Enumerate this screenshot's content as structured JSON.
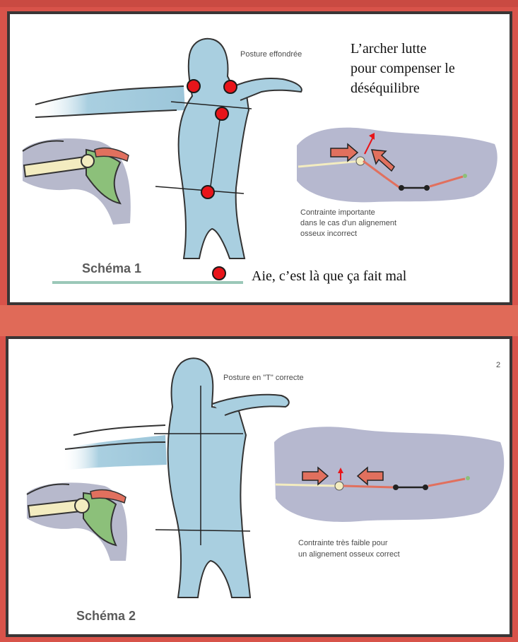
{
  "panel1": {
    "posture_label": "Posture effondrée",
    "annotation": [
      "L’archer lutte",
      "pour compenser le",
      "déséquilibre"
    ],
    "stress_caption": [
      "Contrainte importante",
      "dans le cas d'un alignement",
      "osseux incorrect"
    ],
    "title": "Schéma 1",
    "pain_note": "Aie, c’est là que ça fait mal"
  },
  "panel2": {
    "posture_label": "Posture en \"T\" correcte",
    "page_number": "2",
    "stress_caption": [
      "Contrainte très faible pour",
      "un alignement osseux correct"
    ],
    "title": "Schéma 2"
  },
  "colors": {
    "frame": "#d8534a",
    "body": "#a9cfe0",
    "bone": "#f3ecc0",
    "muscle_green": "#8cc07a",
    "muscle_red": "#e1705e",
    "joint_panel": "#b6b8cf",
    "marker": "#e8151a"
  },
  "icons": [
    "red-marker-dot",
    "force-arrow-icon"
  ]
}
